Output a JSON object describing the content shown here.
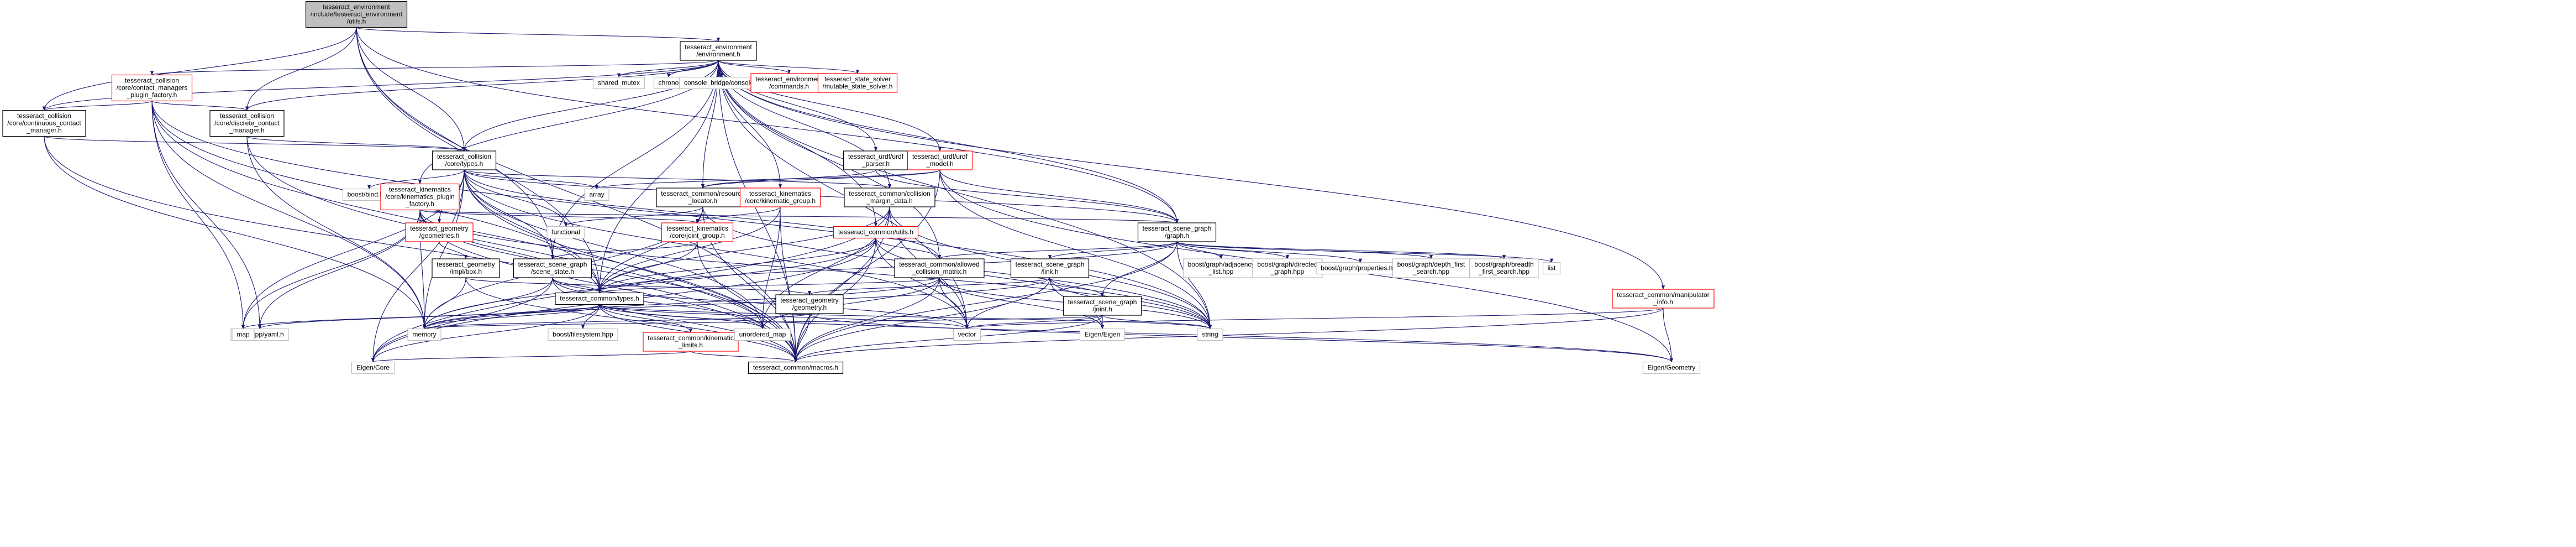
{
  "colors": {
    "edge": "#191970",
    "box_black": "#000000",
    "box_red": "#ff0000",
    "root_fill": "#bfbfbf",
    "node_fill": "#ffffff"
  },
  "root": {
    "label": [
      "tesseract_environment",
      "/include/tesseract_environment",
      "/utils.h"
    ]
  },
  "nodes": [
    {
      "id": "env",
      "label": [
        "tesseract_environment",
        "/environment.h"
      ],
      "border": "black"
    },
    {
      "id": "cmp",
      "label": [
        "tesseract_collision",
        "/core/contact_managers",
        "_plugin_factory.h"
      ],
      "border": "red"
    },
    {
      "id": "cont",
      "label": [
        "tesseract_collision",
        "/core/continuous_contact",
        "_manager.h"
      ],
      "border": "black"
    },
    {
      "id": "disc",
      "label": [
        "tesseract_collision",
        "/core/discrete_contact",
        "_manager.h"
      ],
      "border": "black"
    },
    {
      "id": "ctypes",
      "label": [
        "tesseract_collision",
        "/core/types.h"
      ],
      "border": "black"
    },
    {
      "id": "shm",
      "label": [
        "shared_mutex"
      ],
      "border": "gray"
    },
    {
      "id": "chrono",
      "label": [
        "chrono"
      ],
      "border": "gray"
    },
    {
      "id": "cbc",
      "label": [
        "console_bridge/console.h"
      ],
      "border": "gray"
    },
    {
      "id": "commands",
      "label": [
        "tesseract_environment",
        "/commands.h"
      ],
      "border": "red"
    },
    {
      "id": "mss",
      "label": [
        "tesseract_state_solver",
        "/mutable_state_solver.h"
      ],
      "border": "red"
    },
    {
      "id": "urdfp",
      "label": [
        "tesseract_urdf/urdf",
        "_parser.h"
      ],
      "border": "black"
    },
    {
      "id": "urdfm",
      "label": [
        "tesseract_urdf/urdf",
        "_model.h"
      ],
      "border": "red"
    },
    {
      "id": "array",
      "label": [
        "array"
      ],
      "border": "gray"
    },
    {
      "id": "resloc",
      "label": [
        "tesseract_common/resource",
        "_locator.h"
      ],
      "border": "black"
    },
    {
      "id": "kgroup",
      "label": [
        "tesseract_kinematics",
        "/core/kinematic_group.h"
      ],
      "border": "red"
    },
    {
      "id": "cmd",
      "label": [
        "tesseract_common/collision",
        "_margin_data.h"
      ],
      "border": "black"
    },
    {
      "id": "bbind",
      "label": [
        "boost/bind.hpp"
      ],
      "border": "gray"
    },
    {
      "id": "kpf",
      "label": [
        "tesseract_kinematics",
        "/core/kinematics_plugin",
        "_factory.h"
      ],
      "border": "red"
    },
    {
      "id": "geoms",
      "label": [
        "tesseract_geometry",
        "/geometries.h"
      ],
      "border": "red"
    },
    {
      "id": "functional",
      "label": [
        "functional"
      ],
      "border": "gray"
    },
    {
      "id": "jgroup",
      "label": [
        "tesseract_kinematics",
        "/core/joint_group.h"
      ],
      "border": "red"
    },
    {
      "id": "cutils",
      "label": [
        "tesseract_common/utils.h"
      ],
      "border": "red"
    },
    {
      "id": "sgraph",
      "label": [
        "tesseract_scene_graph",
        "/graph.h"
      ],
      "border": "black"
    },
    {
      "id": "impl",
      "label": [
        "tesseract_geometry",
        "/impl/box.h"
      ],
      "border": "black"
    },
    {
      "id": "sstate",
      "label": [
        "tesseract_scene_graph",
        "/scene_state.h"
      ],
      "border": "black"
    },
    {
      "id": "acm",
      "label": [
        "tesseract_common/allowed",
        "_collision_matrix.h"
      ],
      "border": "black"
    },
    {
      "id": "link",
      "label": [
        "tesseract_scene_graph",
        "/link.h"
      ],
      "border": "black"
    },
    {
      "id": "badj",
      "label": [
        "boost/graph/adjacency",
        "_list.hpp"
      ],
      "border": "gray"
    },
    {
      "id": "bdir",
      "label": [
        "boost/graph/directed",
        "_graph.hpp"
      ],
      "border": "gray"
    },
    {
      "id": "bprop",
      "label": [
        "boost/graph/properties.hpp"
      ],
      "border": "gray"
    },
    {
      "id": "bdfs",
      "label": [
        "boost/graph/depth_first",
        "_search.hpp"
      ],
      "border": "gray"
    },
    {
      "id": "bbfs",
      "label": [
        "boost/graph/breadth",
        "_first_search.hpp"
      ],
      "border": "gray"
    },
    {
      "id": "list",
      "label": [
        "list"
      ],
      "border": "gray"
    },
    {
      "id": "mutils",
      "label": [
        "tesseract_common/manipulator",
        "_info.h"
      ],
      "border": "red"
    },
    {
      "id": "ctypesh",
      "label": [
        "tesseract_common/types.h"
      ],
      "border": "black"
    },
    {
      "id": "geomh",
      "label": [
        "tesseract_geometry",
        "/geometry.h"
      ],
      "border": "black"
    },
    {
      "id": "joint",
      "label": [
        "tesseract_scene_graph",
        "/joint.h"
      ],
      "border": "black"
    },
    {
      "id": "yaml",
      "label": [
        "yaml-cpp/yaml.h"
      ],
      "border": "gray"
    },
    {
      "id": "map",
      "label": [
        "map"
      ],
      "border": "gray"
    },
    {
      "id": "memory",
      "label": [
        "memory"
      ],
      "border": "gray"
    },
    {
      "id": "bfs",
      "label": [
        "boost/filesystem.hpp"
      ],
      "border": "gray"
    },
    {
      "id": "klimits",
      "label": [
        "tesseract_common/kinematic",
        "_limits.h"
      ],
      "border": "red"
    },
    {
      "id": "umap",
      "label": [
        "unordered_map"
      ],
      "border": "gray"
    },
    {
      "id": "vector",
      "label": [
        "vector"
      ],
      "border": "gray"
    },
    {
      "id": "eigen",
      "label": [
        "Eigen/Eigen"
      ],
      "border": "gray"
    },
    {
      "id": "string",
      "label": [
        "string"
      ],
      "border": "gray"
    },
    {
      "id": "ecore",
      "label": [
        "Eigen/Core"
      ],
      "border": "gray"
    },
    {
      "id": "macros",
      "label": [
        "tesseract_common/macros.h"
      ],
      "border": "black"
    },
    {
      "id": "egeom",
      "label": [
        "Eigen/Geometry"
      ],
      "border": "gray"
    }
  ],
  "edges": [
    [
      "root",
      "env"
    ],
    [
      "root",
      "cont"
    ],
    [
      "root",
      "disc"
    ],
    [
      "root",
      "ctypes"
    ],
    [
      "root",
      "sstate"
    ],
    [
      "root",
      "ctypesh"
    ],
    [
      "root",
      "sgraph"
    ],
    [
      "root",
      "macros"
    ],
    [
      "env",
      "cmp"
    ],
    [
      "env",
      "cont"
    ],
    [
      "env",
      "disc"
    ],
    [
      "env",
      "ctypes"
    ],
    [
      "env",
      "shm"
    ],
    [
      "env",
      "chrono"
    ],
    [
      "env",
      "cbc"
    ],
    [
      "env",
      "commands"
    ],
    [
      "env",
      "mss"
    ],
    [
      "env",
      "urdfp"
    ],
    [
      "env",
      "urdfm"
    ],
    [
      "env",
      "resloc"
    ],
    [
      "env",
      "kgroup"
    ],
    [
      "env",
      "cmd"
    ],
    [
      "env",
      "kpf"
    ],
    [
      "env",
      "cutils"
    ],
    [
      "env",
      "sgraph"
    ],
    [
      "env",
      "acm"
    ],
    [
      "env",
      "mutils"
    ],
    [
      "env",
      "ctypesh"
    ],
    [
      "env",
      "vector"
    ],
    [
      "env",
      "macros"
    ],
    [
      "env",
      "string"
    ],
    [
      "env",
      "sstate"
    ],
    [
      "cmp",
      "cont"
    ],
    [
      "cmp",
      "disc"
    ],
    [
      "cmp",
      "yaml"
    ],
    [
      "cmp",
      "map"
    ],
    [
      "cmp",
      "memory"
    ],
    [
      "cmp",
      "macros"
    ],
    [
      "cmp",
      "string"
    ],
    [
      "cmp",
      "ctypesh"
    ],
    [
      "cont",
      "ctypes"
    ],
    [
      "cont",
      "memory"
    ],
    [
      "cont",
      "macros"
    ],
    [
      "disc",
      "ctypes"
    ],
    [
      "disc",
      "memory"
    ],
    [
      "disc",
      "macros"
    ],
    [
      "ctypes",
      "array"
    ],
    [
      "ctypes",
      "bbind"
    ],
    [
      "ctypes",
      "geoms"
    ],
    [
      "ctypes",
      "functional"
    ],
    [
      "ctypes",
      "sstate"
    ],
    [
      "ctypes",
      "acm"
    ],
    [
      "ctypes",
      "cmd"
    ],
    [
      "ctypes",
      "ctypesh"
    ],
    [
      "ctypes",
      "map"
    ],
    [
      "ctypes",
      "memory"
    ],
    [
      "ctypes",
      "vector"
    ],
    [
      "ctypes",
      "umap"
    ],
    [
      "ctypes",
      "macros"
    ],
    [
      "ctypes",
      "ecore"
    ],
    [
      "ctypes",
      "sgraph"
    ],
    [
      "urdfp",
      "resloc"
    ],
    [
      "urdfp",
      "sgraph"
    ],
    [
      "urdfm",
      "array"
    ],
    [
      "urdfm",
      "resloc"
    ],
    [
      "urdfm",
      "sgraph"
    ],
    [
      "urdfm",
      "egeom"
    ],
    [
      "urdfm",
      "macros"
    ],
    [
      "urdfm",
      "string"
    ],
    [
      "resloc",
      "functional"
    ],
    [
      "resloc",
      "memory"
    ],
    [
      "resloc",
      "ctypesh"
    ],
    [
      "resloc",
      "macros"
    ],
    [
      "resloc",
      "string"
    ],
    [
      "kgroup",
      "jgroup"
    ],
    [
      "kgroup",
      "ctypesh"
    ],
    [
      "kgroup",
      "macros"
    ],
    [
      "kgroup",
      "umap"
    ],
    [
      "cmd",
      "ctypesh"
    ],
    [
      "cmd",
      "umap"
    ],
    [
      "cmd",
      "vector"
    ],
    [
      "cmd",
      "macros"
    ],
    [
      "cmd",
      "ecore"
    ],
    [
      "cmd",
      "string"
    ],
    [
      "kpf",
      "jgroup"
    ],
    [
      "kpf",
      "sgraph"
    ],
    [
      "kpf",
      "map"
    ],
    [
      "kpf",
      "memory"
    ],
    [
      "kpf",
      "yaml"
    ],
    [
      "kpf",
      "macros"
    ],
    [
      "kpf",
      "ctypesh"
    ],
    [
      "kpf",
      "string"
    ],
    [
      "kpf",
      "umap"
    ],
    [
      "geoms",
      "impl"
    ],
    [
      "jgroup",
      "ctypesh"
    ],
    [
      "jgroup",
      "sstate"
    ],
    [
      "jgroup",
      "macros"
    ],
    [
      "cutils",
      "ctypesh"
    ],
    [
      "cutils",
      "acm"
    ],
    [
      "cutils",
      "memory"
    ],
    [
      "cutils",
      "vector"
    ],
    [
      "cutils",
      "macros"
    ],
    [
      "cutils",
      "string"
    ],
    [
      "cutils",
      "ecore"
    ],
    [
      "sgraph",
      "badj"
    ],
    [
      "sgraph",
      "bdir"
    ],
    [
      "sgraph",
      "bprop"
    ],
    [
      "sgraph",
      "bdfs"
    ],
    [
      "sgraph",
      "bbfs"
    ],
    [
      "sgraph",
      "list"
    ],
    [
      "sgraph",
      "link"
    ],
    [
      "sgraph",
      "joint"
    ],
    [
      "sgraph",
      "acm"
    ],
    [
      "sgraph",
      "macros"
    ],
    [
      "sgraph",
      "string"
    ],
    [
      "sgraph",
      "ctypesh"
    ],
    [
      "impl",
      "geomh"
    ],
    [
      "impl",
      "memory"
    ],
    [
      "impl",
      "macros"
    ],
    [
      "sstate",
      "ctypesh"
    ],
    [
      "sstate",
      "umap"
    ],
    [
      "sstate",
      "vector"
    ],
    [
      "sstate",
      "macros"
    ],
    [
      "sstate",
      "ecore"
    ],
    [
      "sstate",
      "memory"
    ],
    [
      "acm",
      "ctypesh"
    ],
    [
      "acm",
      "umap"
    ],
    [
      "acm",
      "vector"
    ],
    [
      "acm",
      "macros"
    ],
    [
      "acm",
      "eigen"
    ],
    [
      "acm",
      "memory"
    ],
    [
      "acm",
      "string"
    ],
    [
      "link",
      "geomh"
    ],
    [
      "link",
      "joint"
    ],
    [
      "link",
      "memory"
    ],
    [
      "link",
      "vector"
    ],
    [
      "link",
      "macros"
    ],
    [
      "link",
      "string"
    ],
    [
      "link",
      "eigen"
    ],
    [
      "joint",
      "eigen"
    ],
    [
      "joint",
      "memory"
    ],
    [
      "joint",
      "vector"
    ],
    [
      "joint",
      "macros"
    ],
    [
      "joint",
      "string"
    ],
    [
      "mutils",
      "vector"
    ],
    [
      "mutils",
      "macros"
    ],
    [
      "mutils",
      "egeom"
    ],
    [
      "ctypesh",
      "yaml"
    ],
    [
      "ctypesh",
      "map"
    ],
    [
      "ctypesh",
      "memory"
    ],
    [
      "ctypesh",
      "bfs"
    ],
    [
      "ctypesh",
      "klimits"
    ],
    [
      "ctypesh",
      "umap"
    ],
    [
      "ctypesh",
      "vector"
    ],
    [
      "ctypesh",
      "macros"
    ],
    [
      "ctypesh",
      "ecore"
    ],
    [
      "ctypesh",
      "egeom"
    ],
    [
      "ctypesh",
      "string"
    ],
    [
      "geomh",
      "memory"
    ],
    [
      "geomh",
      "macros"
    ],
    [
      "geomh",
      "egeom"
    ],
    [
      "klimits",
      "macros"
    ],
    [
      "klimits",
      "ecore"
    ]
  ]
}
